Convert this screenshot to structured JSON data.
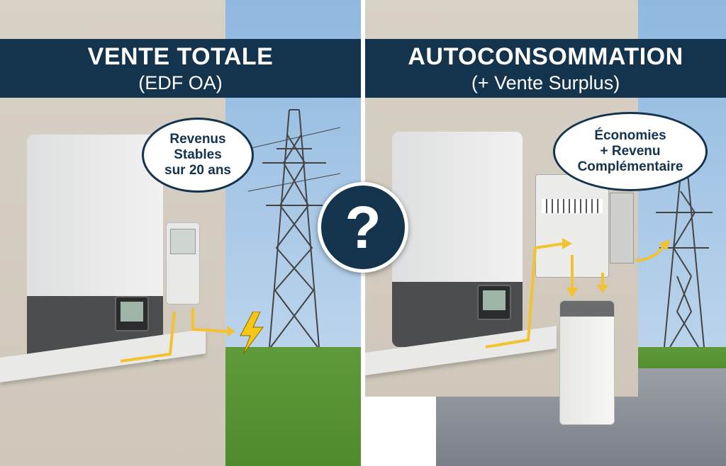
{
  "left": {
    "title": "VENTE TOTALE",
    "subtitle": "(EDF OA)",
    "bubble": [
      "Revenus",
      "Stables",
      "sur 20 ans"
    ]
  },
  "right": {
    "title": "AUTOCONSOMMATION",
    "subtitle": "(+ Vente Surplus)",
    "bubble": [
      "Économies",
      "+ Revenu",
      "Complémentaire"
    ]
  },
  "center": {
    "symbol": "?"
  },
  "colors": {
    "banner": "#14334d",
    "arrow": "#f2c230",
    "bolt": "#f5c518"
  }
}
